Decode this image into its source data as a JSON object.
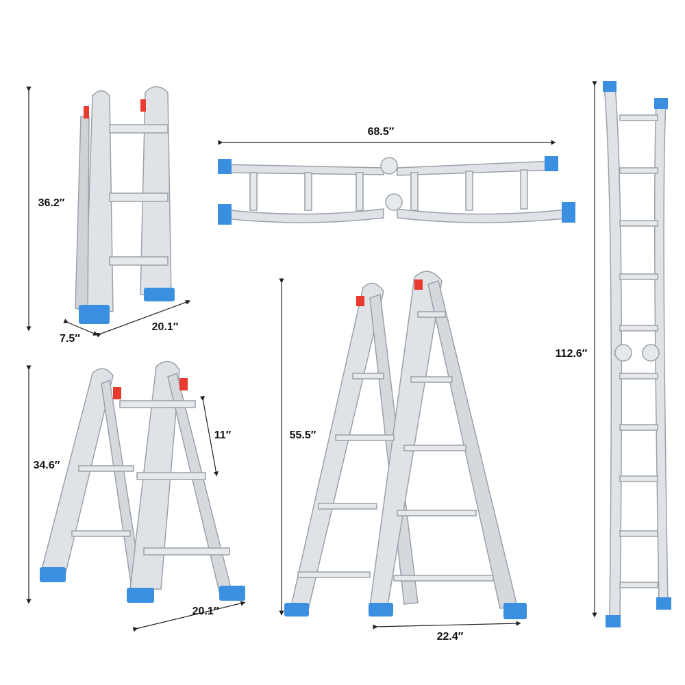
{
  "colors": {
    "rail": "#d9dde2",
    "rail_edge": "#9aa1a8",
    "foot": "#3a8fe0",
    "lock": "#e83a2e",
    "dimension_line": "#222222"
  },
  "dimensions": {
    "folded_height": "36.2″",
    "folded_depth": "7.5″",
    "folded_width": "20.1″",
    "horizontal_length": "68.5″",
    "extended_length": "112.6″",
    "small_a_height": "34.6″",
    "step_spacing": "11″",
    "small_a_width": "20.1″",
    "large_a_height": "55.5″",
    "large_a_width": "22.4″"
  }
}
